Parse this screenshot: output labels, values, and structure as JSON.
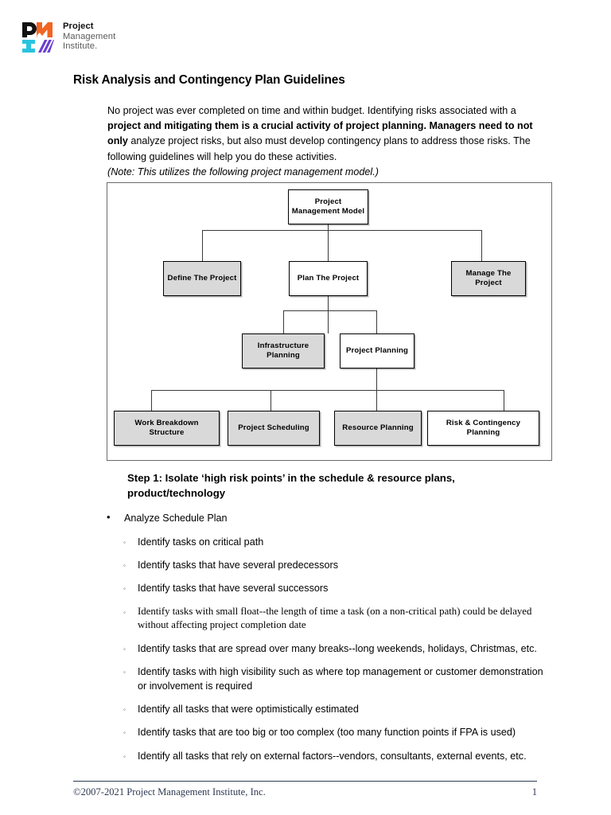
{
  "logo": {
    "icon_name": "pmi-logo-mark",
    "line1": "Project",
    "line2": "Management",
    "line3": "Institute.",
    "colors": {
      "black": "#111111",
      "orange": "#f26522",
      "cyan": "#29c3e0",
      "purple": "#6a3fd0",
      "wordmark_gray": "#5a5a5a"
    }
  },
  "title": "Risk Analysis and Contingency Plan Guidelines",
  "intro": {
    "p1_a": "No project was ever completed on time and within budget. Identifying risks associated with a ",
    "p1_bold1": "project and mitigating them is a crucial activity of project planning. Managers need to not only",
    "p1_b": " analyze project risks, but also must develop contingency plans to address those risks. The following guidelines will help you do these activities.",
    "note": "(Note: This utilizes the following project management model.)"
  },
  "diagram": {
    "nodes": [
      {
        "id": "project-management-model",
        "label": "Project Management Model",
        "fill": "white"
      },
      {
        "id": "define-the-project",
        "label": "Define The Project",
        "fill": "gray"
      },
      {
        "id": "plan-the-project",
        "label": "Plan The Project",
        "fill": "white"
      },
      {
        "id": "manage-the-project",
        "label": "Manage The Project",
        "fill": "gray"
      },
      {
        "id": "infrastructure-planning",
        "label": "Infrastructure Planning",
        "fill": "gray"
      },
      {
        "id": "project-planning",
        "label": "Project Planning",
        "fill": "white"
      },
      {
        "id": "work-breakdown-structure",
        "label": "Work Breakdown Structure",
        "fill": "gray"
      },
      {
        "id": "project-scheduling",
        "label": "Project Scheduling",
        "fill": "gray"
      },
      {
        "id": "resource-planning",
        "label": "Resource Planning",
        "fill": "gray"
      },
      {
        "id": "risk-contingency-planning",
        "label": "Risk & Contingency Planning",
        "fill": "white"
      }
    ]
  },
  "step": {
    "heading": "Step 1: Isolate ‘high risk points’ in the schedule & resource plans, product/technology"
  },
  "bullets": {
    "marker_l1": "•",
    "marker_l2": "◦",
    "top": "Analyze Schedule Plan",
    "items": [
      {
        "text": "Identify tasks on critical path",
        "serif": false
      },
      {
        "text": "Identify tasks that have several predecessors",
        "serif": false
      },
      {
        "text": "Identify tasks that have several successors",
        "serif": false
      },
      {
        "text": "Identify tasks with small float--the length of time a task (on a non-critical path) could be delayed without affecting project completion date",
        "serif": true
      },
      {
        "text": "Identify tasks that are spread over many breaks--long weekends, holidays, Christmas, etc.",
        "serif": false
      },
      {
        "text": "Identify tasks with high visibility such as where top management or customer demonstration or involvement is required",
        "serif": false
      },
      {
        "text": "Identify all tasks that were optimistically estimated",
        "serif": false
      },
      {
        "text": "Identify tasks that are too big or too complex (too many function points if FPA is used)",
        "serif": false
      },
      {
        "text": "Identify all tasks that rely on external factors--vendors, consultants, external events, etc.",
        "serif": false
      }
    ]
  },
  "footer": {
    "copyright": "©2007-2021 Project Management Institute, Inc.",
    "page_number": "1",
    "color": "#2e3a52"
  }
}
